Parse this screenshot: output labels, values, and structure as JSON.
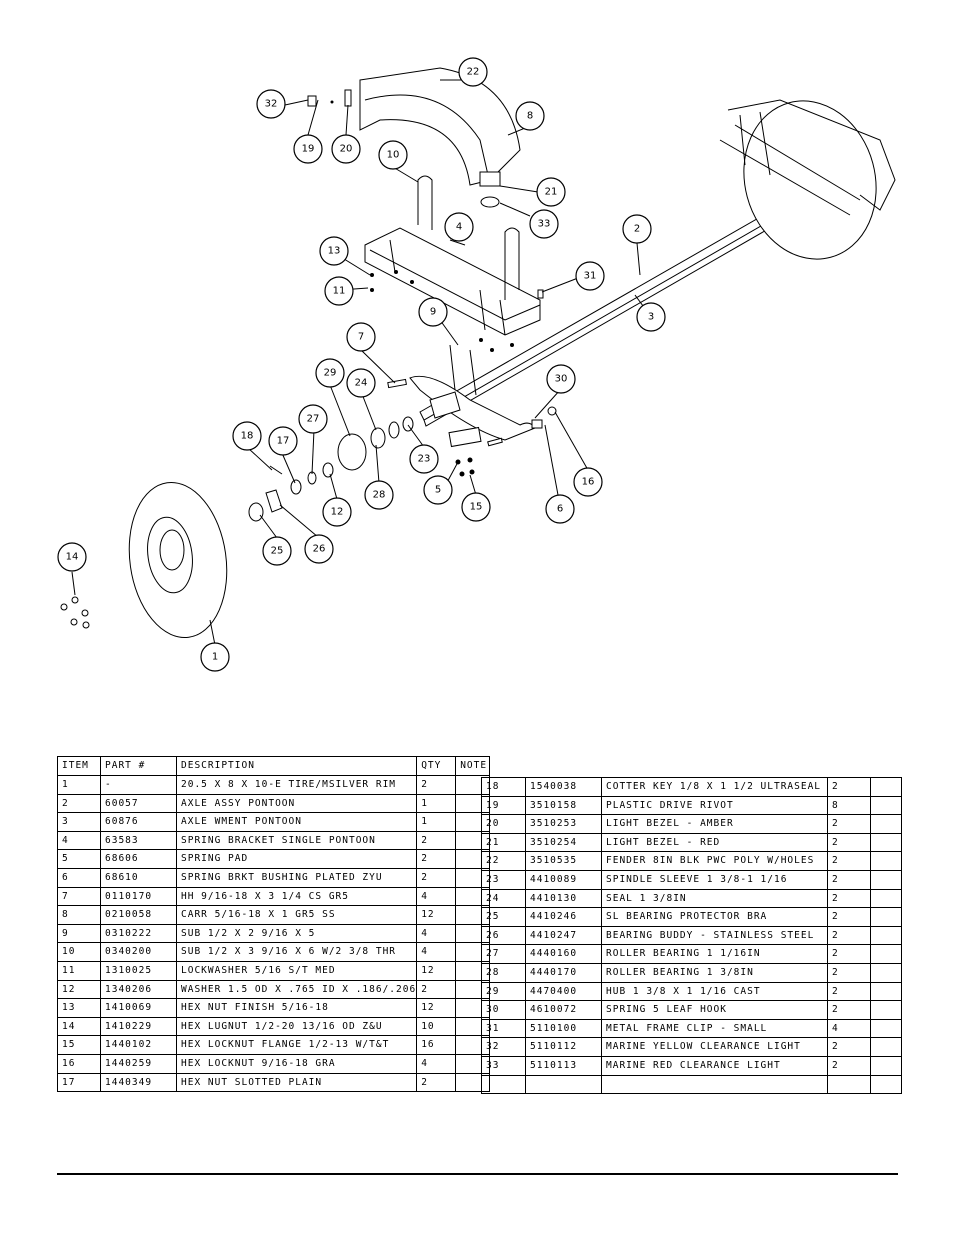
{
  "diagram": {
    "balloons": [
      "1",
      "2",
      "3",
      "4",
      "5",
      "6",
      "7",
      "8",
      "9",
      "10",
      "11",
      "12",
      "13",
      "14",
      "15",
      "16",
      "17",
      "18",
      "19",
      "20",
      "21",
      "22",
      "23",
      "24",
      "25",
      "26",
      "27",
      "28",
      "29",
      "30",
      "31",
      "32",
      "33"
    ]
  },
  "table": {
    "headers": {
      "item": "ITEM",
      "part": "PART #",
      "description": "DESCRIPTION",
      "qty": "QTY",
      "note": "NOTE"
    },
    "left_rows": [
      {
        "item": "1",
        "part": "-",
        "description": "20.5 X 8 X 10-E TIRE/MSILVER RIM",
        "qty": "2",
        "note": ""
      },
      {
        "item": "2",
        "part": "60057",
        "description": "AXLE ASSY  PONTOON",
        "qty": "1",
        "note": ""
      },
      {
        "item": "3",
        "part": "60876",
        "description": "AXLE WMENT   PONTOON",
        "qty": "1",
        "note": ""
      },
      {
        "item": "4",
        "part": "63583",
        "description": "SPRING BRACKET SINGLE PONTOON",
        "qty": "2",
        "note": ""
      },
      {
        "item": "5",
        "part": "68606",
        "description": "SPRING PAD",
        "qty": "2",
        "note": ""
      },
      {
        "item": "6",
        "part": "68610",
        "description": "SPRING BRKT BUSHING PLATED ZYU",
        "qty": "2",
        "note": ""
      },
      {
        "item": "7",
        "part": "0110170",
        "description": "HH 9/16-18 X 3 1/4 CS GR5",
        "qty": "4",
        "note": ""
      },
      {
        "item": "8",
        "part": "0210058",
        "description": "CARR 5/16-18 X 1 GR5 SS",
        "qty": "12",
        "note": ""
      },
      {
        "item": "9",
        "part": "0310222",
        "description": "SUB 1/2 X 2 9/16 X 5",
        "qty": "4",
        "note": ""
      },
      {
        "item": "10",
        "part": "0340200",
        "description": "SUB 1/2 X 3 9/16 X 6 W/2 3/8 THR",
        "qty": "4",
        "note": ""
      },
      {
        "item": "11",
        "part": "1310025",
        "description": "LOCKWASHER 5/16 S/T MED",
        "qty": "12",
        "note": ""
      },
      {
        "item": "12",
        "part": "1340206",
        "description": "WASHER 1.5 OD X .765 ID X .186/.206",
        "qty": "2",
        "note": ""
      },
      {
        "item": "13",
        "part": "1410069",
        "description": "HEX NUT FINISH 5/16-18",
        "qty": "12",
        "note": ""
      },
      {
        "item": "14",
        "part": "1410229",
        "description": "HEX LUGNUT 1/2-20 13/16 OD Z&U",
        "qty": "10",
        "note": ""
      },
      {
        "item": "15",
        "part": "1440102",
        "description": "HEX LOCKNUT FLANGE 1/2-13 W/T&T",
        "qty": "16",
        "note": ""
      },
      {
        "item": "16",
        "part": "1440259",
        "description": "HEX LOCKNUT 9/16-18 GRA",
        "qty": "4",
        "note": ""
      },
      {
        "item": "17",
        "part": "1440349",
        "description": "HEX NUT SLOTTED PLAIN",
        "qty": "2",
        "note": ""
      }
    ],
    "right_rows": [
      {
        "item": "18",
        "part": "1540038",
        "description": "COTTER KEY 1/8 X 1 1/2 ULTRASEAL",
        "qty": "2",
        "note": ""
      },
      {
        "item": "19",
        "part": "3510158",
        "description": "PLASTIC DRIVE RIVOT",
        "qty": "8",
        "note": ""
      },
      {
        "item": "20",
        "part": "3510253",
        "description": "LIGHT BEZEL - AMBER",
        "qty": "2",
        "note": ""
      },
      {
        "item": "21",
        "part": "3510254",
        "description": "LIGHT BEZEL - RED",
        "qty": "2",
        "note": ""
      },
      {
        "item": "22",
        "part": "3510535",
        "description": "FENDER  8IN BLK PWC POLY W/HOLES",
        "qty": "2",
        "note": ""
      },
      {
        "item": "23",
        "part": "4410089",
        "description": "SPINDLE SLEEVE  1 3/8-1 1/16",
        "qty": "2",
        "note": ""
      },
      {
        "item": "24",
        "part": "4410130",
        "description": "SEAL  1 3/8IN",
        "qty": "2",
        "note": ""
      },
      {
        "item": "25",
        "part": "4410246",
        "description": "SL BEARING PROTECTOR BRA",
        "qty": "2",
        "note": ""
      },
      {
        "item": "26",
        "part": "4410247",
        "description": "BEARING BUDDY - STAINLESS STEEL",
        "qty": "2",
        "note": ""
      },
      {
        "item": "27",
        "part": "4440160",
        "description": "ROLLER BEARING   1 1/16IN",
        "qty": "2",
        "note": ""
      },
      {
        "item": "28",
        "part": "4440170",
        "description": "ROLLER BEARING   1 3/8IN",
        "qty": "2",
        "note": ""
      },
      {
        "item": "29",
        "part": "4470400",
        "description": "HUB   1 3/8 X 1 1/16 CAST",
        "qty": "2",
        "note": ""
      },
      {
        "item": "30",
        "part": "4610072",
        "description": "SPRING  5 LEAF HOOK",
        "qty": "2",
        "note": ""
      },
      {
        "item": "31",
        "part": "5110100",
        "description": "METAL FRAME CLIP - SMALL",
        "qty": "4",
        "note": ""
      },
      {
        "item": "32",
        "part": "5110112",
        "description": "MARINE YELLOW CLEARANCE LIGHT",
        "qty": "2",
        "note": ""
      },
      {
        "item": "33",
        "part": "5110113",
        "description": "MARINE RED CLEARANCE LIGHT",
        "qty": "2",
        "note": ""
      },
      {
        "item": "",
        "part": "",
        "description": "",
        "qty": "",
        "note": ""
      }
    ]
  }
}
